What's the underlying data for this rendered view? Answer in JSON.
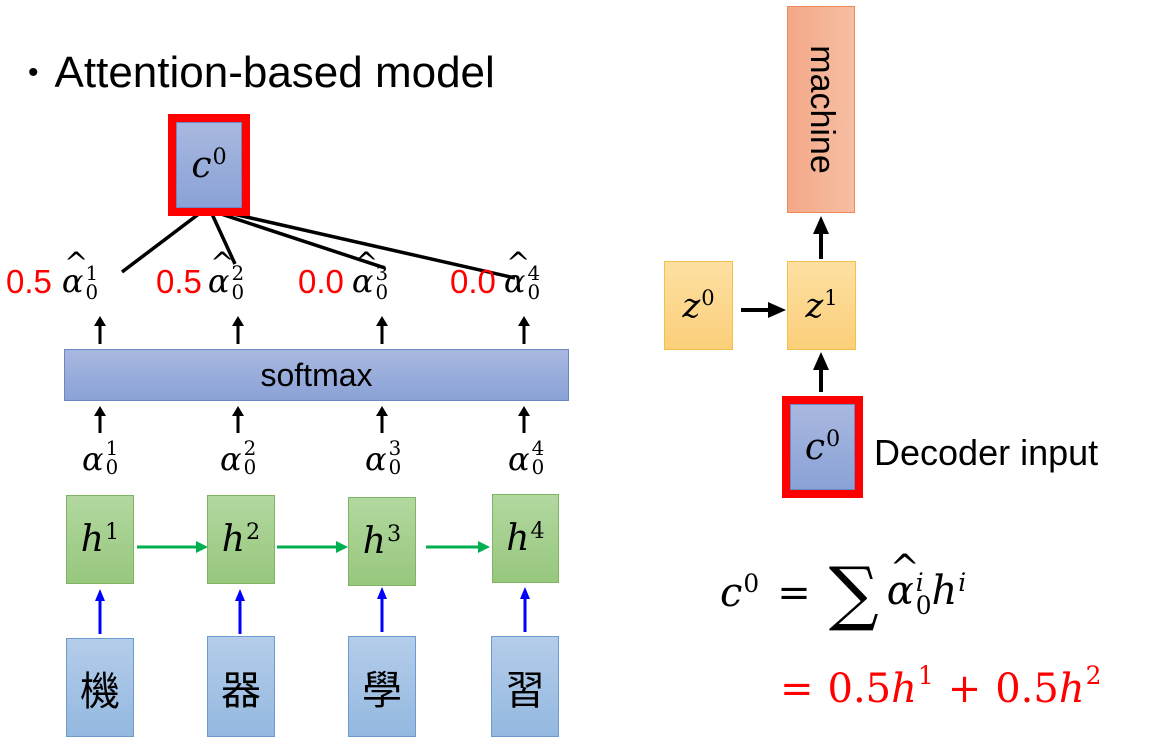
{
  "title": {
    "bullet": "•",
    "text": "Attention-based model"
  },
  "encoder": {
    "context_box": {
      "symbol": "c",
      "superscript": "0"
    },
    "softmax_label": "softmax",
    "normalized_weights": [
      {
        "weight": "0.5",
        "symbol": "α",
        "superscript": "1",
        "subscript": "0"
      },
      {
        "weight": "0.5",
        "symbol": "α",
        "superscript": "2",
        "subscript": "0"
      },
      {
        "weight": "0.0",
        "symbol": "α",
        "superscript": "3",
        "subscript": "0"
      },
      {
        "weight": "0.0",
        "symbol": "α",
        "superscript": "4",
        "subscript": "0"
      }
    ],
    "raw_scores": [
      {
        "symbol": "α",
        "superscript": "1",
        "subscript": "0"
      },
      {
        "symbol": "α",
        "superscript": "2",
        "subscript": "0"
      },
      {
        "symbol": "α",
        "superscript": "3",
        "subscript": "0"
      },
      {
        "symbol": "α",
        "superscript": "4",
        "subscript": "0"
      }
    ],
    "hidden_states": [
      {
        "symbol": "h",
        "superscript": "1"
      },
      {
        "symbol": "h",
        "superscript": "2"
      },
      {
        "symbol": "h",
        "superscript": "3"
      },
      {
        "symbol": "h",
        "superscript": "4"
      }
    ],
    "input_chars": [
      "機",
      "器",
      "學",
      "習"
    ]
  },
  "decoder": {
    "output_word": "machine",
    "z0": {
      "symbol": "z",
      "superscript": "0"
    },
    "z1": {
      "symbol": "z",
      "superscript": "1"
    },
    "context_box": {
      "symbol": "c",
      "superscript": "0"
    },
    "decoder_input_label": "Decoder input"
  },
  "formula": {
    "lhs": {
      "symbol": "c",
      "superscript": "0"
    },
    "equals": "=",
    "sum": "∑",
    "term": {
      "alpha": "α",
      "alpha_sup": "i",
      "alpha_sub": "0",
      "h": "h",
      "h_sup": "i"
    },
    "result_line": {
      "equals": "=",
      "coef1": "0.5",
      "h1": "h",
      "h1_sup": "1",
      "plus": "+",
      "coef2": "0.5",
      "h2": "h",
      "h2_sup": "2"
    }
  },
  "colors": {
    "highlight_red": "#ff0000",
    "blue_box": "#8ea5d8",
    "green_box": "#a3cf8c",
    "orange_box": "#f5b295",
    "yellow_box": "#fcd68a",
    "green_arrow": "#00b050",
    "blue_arrow": "#0000ff"
  }
}
